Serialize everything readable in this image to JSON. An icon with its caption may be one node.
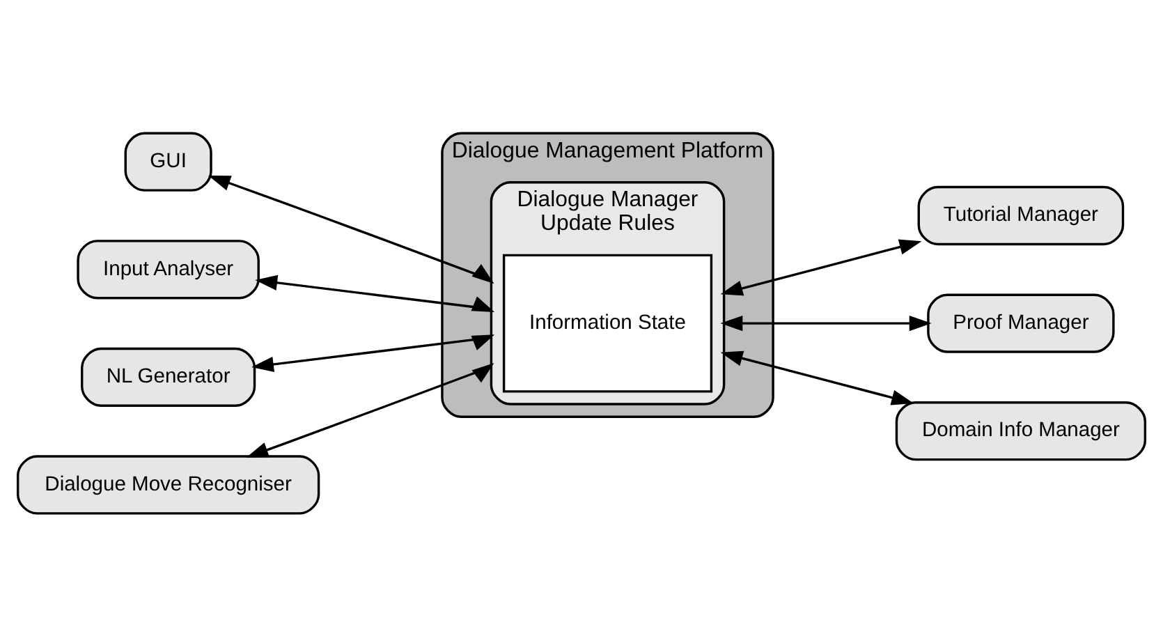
{
  "diagram": {
    "nodes": [
      {
        "text": [
          "GUI"
        ]
      },
      {
        "text": [
          "Input Analyser"
        ]
      },
      {
        "text": [
          "NL Generator"
        ]
      },
      {
        "text": [
          "Dialogue Move Recogniser"
        ]
      },
      {
        "text": [
          "Dialogue Management Platform"
        ]
      },
      {
        "text": [
          "Dialogue Manager",
          "Update Rules"
        ],
        "in": 4
      },
      {
        "text": [
          "Information State"
        ],
        "in": 5
      },
      {
        "text": [
          "Tutorial Manager"
        ]
      },
      {
        "text": [
          "Proof Manager"
        ]
      },
      {
        "text": [
          "Domain Info Manager"
        ]
      }
    ],
    "edges": [
      {
        "from": 0,
        "to": 5,
        "arrow": "both"
      },
      {
        "from": 1,
        "to": 5,
        "arrow": "both"
      },
      {
        "from": 2,
        "to": 5,
        "arrow": "both"
      },
      {
        "from": 3,
        "to": 5,
        "arrow": "both"
      },
      {
        "from": 5,
        "to": 7,
        "arrow": "both"
      },
      {
        "from": 5,
        "to": 8,
        "arrow": "both"
      },
      {
        "from": 5,
        "to": 9,
        "arrow": "both"
      }
    ]
  }
}
